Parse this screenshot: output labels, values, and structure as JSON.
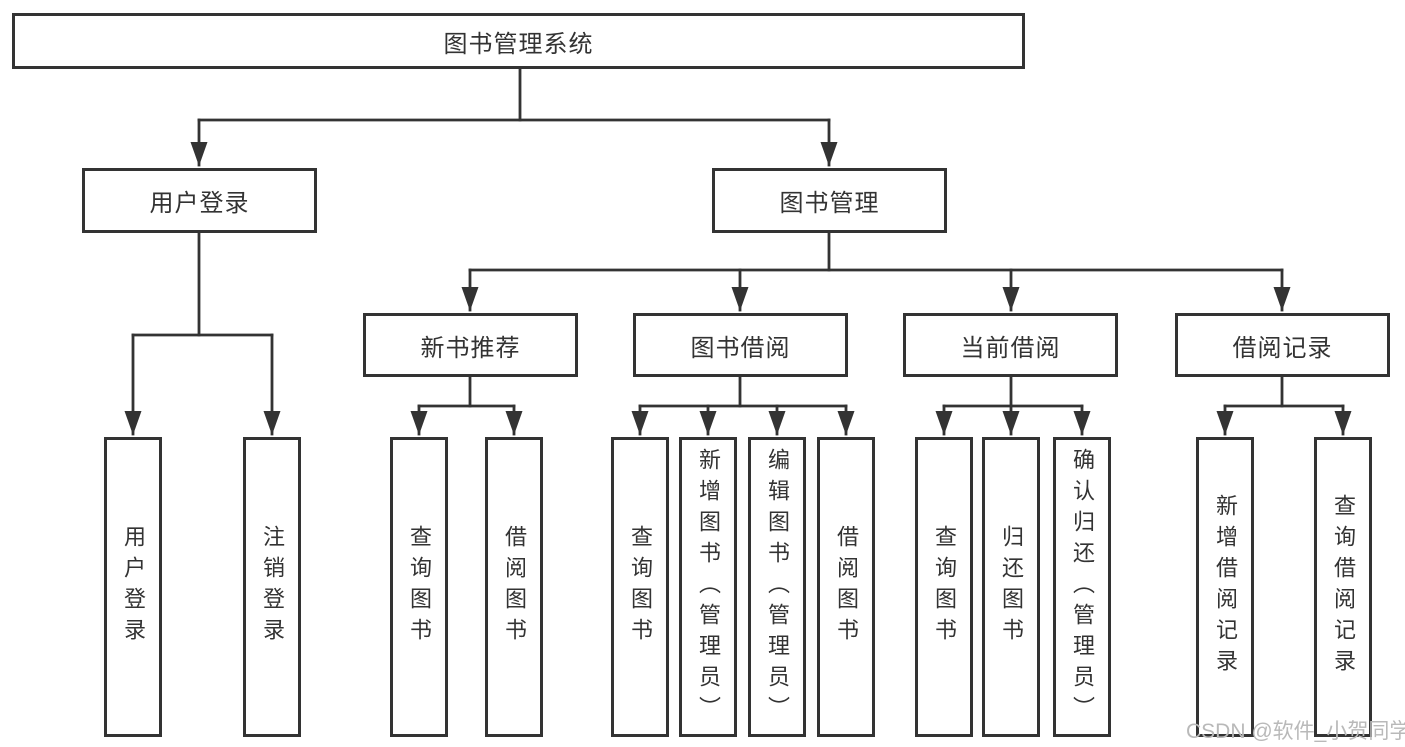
{
  "nodes": {
    "root": {
      "label": "图书管理系统"
    },
    "user_login": {
      "label": "用户登录"
    },
    "book_mgmt": {
      "label": "图书管理"
    },
    "new_book_rec": {
      "label": "新书推荐"
    },
    "book_borrow": {
      "label": "图书借阅"
    },
    "current_borrow": {
      "label": "当前借阅"
    },
    "borrow_record": {
      "label": "借阅记录"
    },
    "leaf_user_login": {
      "label": "用户登录"
    },
    "leaf_logout": {
      "label": "注销登录"
    },
    "leaf_nbr_query": {
      "label": "查询图书"
    },
    "leaf_nbr_borrow": {
      "label": "借阅图书"
    },
    "leaf_bb_query": {
      "label": "查询图书"
    },
    "leaf_bb_add": {
      "label": "新增图书（管理员）"
    },
    "leaf_bb_edit": {
      "label": "编辑图书（管理员）"
    },
    "leaf_bb_borrow": {
      "label": "借阅图书"
    },
    "leaf_cb_query": {
      "label": "查询图书"
    },
    "leaf_cb_return": {
      "label": "归还图书"
    },
    "leaf_cb_confirm": {
      "label": "确认归还（管理员）"
    },
    "leaf_br_add": {
      "label": "新增借阅记录"
    },
    "leaf_br_query": {
      "label": "查询借阅记录"
    }
  },
  "watermark": {
    "text": "CSDN @软件_小贺同学"
  },
  "colors": {
    "line": "#333333",
    "text": "#333333",
    "watermark": "#b9b9b9",
    "background": "#ffffff"
  }
}
